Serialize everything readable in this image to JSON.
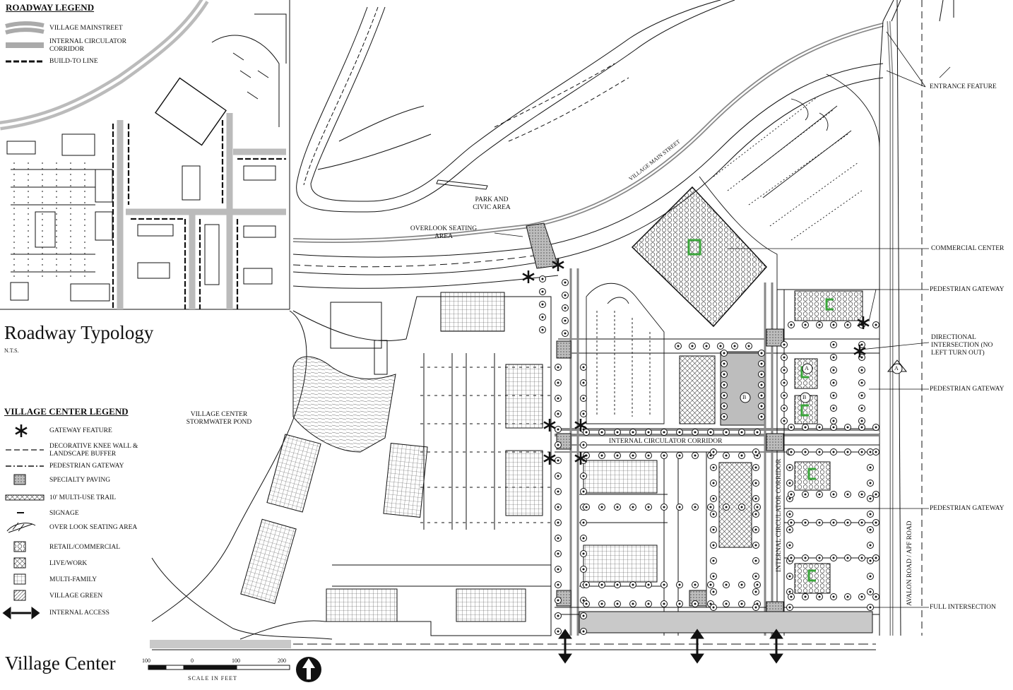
{
  "roadway_legend": {
    "title": "ROADWAY LEGEND",
    "items": [
      {
        "label": "VILLAGE MAINSTREET",
        "symbol": "double-grey-band"
      },
      {
        "label": "INTERNAL CIRCULATOR CORRIDOR",
        "symbol": "grey-band"
      },
      {
        "label": "BUILD-TO LINE",
        "symbol": "dashed-line"
      }
    ]
  },
  "roadway_typology": {
    "title": "Roadway Typology",
    "subtitle": "N.T.S."
  },
  "village_center_legend": {
    "title": "VILLAGE CENTER LEGEND",
    "items": [
      {
        "label": "GATEWAY FEATURE",
        "symbol": "asterisk-icon"
      },
      {
        "label": "DECORATIVE KNEE WALL & LANDSCAPE BUFFER",
        "symbol": "long-dash-line"
      },
      {
        "label": "PEDESTRIAN GATEWAY",
        "symbol": "dash-dot-line"
      },
      {
        "label": "SPECIALTY PAVING",
        "symbol": "dotted-fill-box"
      },
      {
        "label": "10' MULTI-USE TRAIL",
        "symbol": "crosshatch-band"
      },
      {
        "label": "SIGNAGE",
        "symbol": "short-dash"
      },
      {
        "label": "OVER LOOK SEATING AREA",
        "symbol": "seating-icon"
      },
      {
        "label": "RETAIL/COMMERCIAL",
        "symbol": "hex-box"
      },
      {
        "label": "LIVE/WORK",
        "symbol": "diamond-box"
      },
      {
        "label": "MULTI-FAMILY",
        "symbol": "grid-box"
      },
      {
        "label": "VILLAGE GREEN",
        "symbol": "green-box"
      },
      {
        "label": "INTERNAL ACCESS",
        "symbol": "double-arrow-icon"
      }
    ]
  },
  "plan_labels": {
    "park": "PARK AND CIVIC AREA",
    "overlook": "OVERLOOK SEATING AREA",
    "pond": "VILLAGE CENTER STORMWATER POND",
    "main_street": "VILLAGE MAIN STREET",
    "circulator_h": "INTERNAL CIRCULATOR CORRIDOR",
    "circulator_v": "INTERNAL CIRCULATOR CORRIDOR",
    "road": "AVALON ROAD / APF ROAD",
    "marker_a": "A",
    "marker_b": "B"
  },
  "callouts": [
    {
      "label": "ENTRANCE FEATURE"
    },
    {
      "label": "COMMERCIAL CENTER"
    },
    {
      "label": "PEDESTRIAN GATEWAY"
    },
    {
      "label": "DIRECTIONAL INTERSECTION (NO LEFT TURN OUT)"
    },
    {
      "label": "PEDESTRIAN GATEWAY"
    },
    {
      "label": "PEDESTRIAN GATEWAY"
    },
    {
      "label": "FULL INTERSECTION"
    }
  ],
  "title_block": {
    "title": "Village Center",
    "scale_ticks": [
      "100",
      "0",
      "100",
      "200"
    ],
    "scale_label": "SCALE IN FEET"
  },
  "colors": {
    "line": "#111111",
    "grey": "#b8b8b8",
    "green": "#3aa53a"
  }
}
